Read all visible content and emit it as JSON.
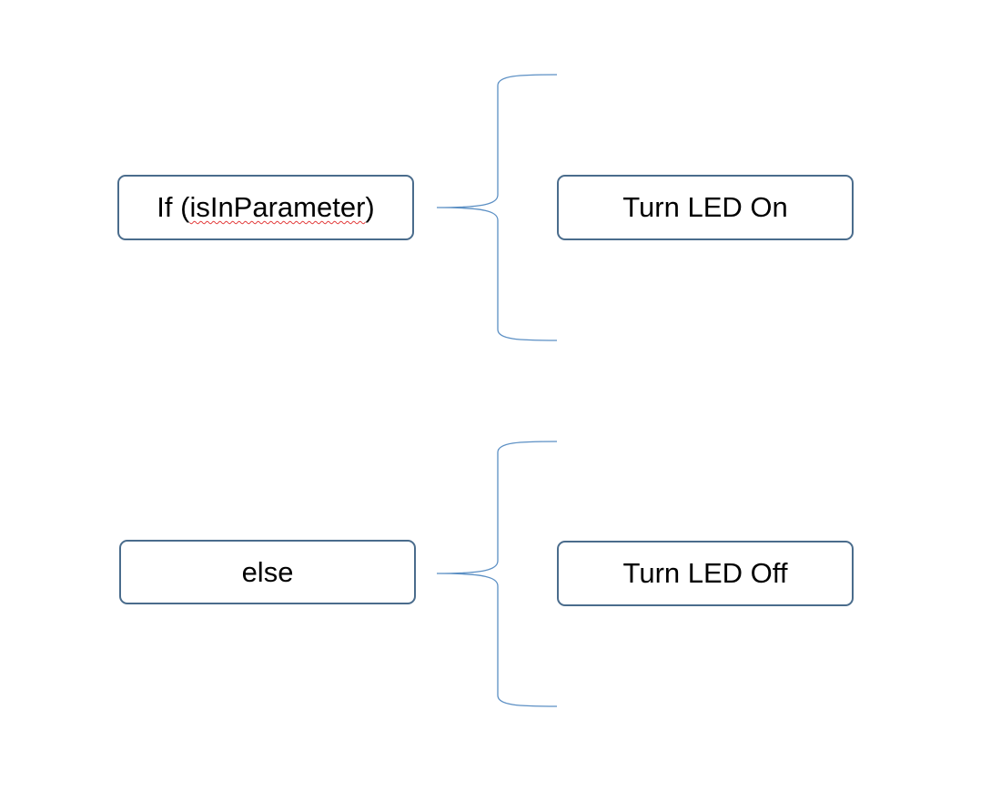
{
  "if_box": {
    "prefix": "If (",
    "identifier": "isInParameter",
    "suffix": ")"
  },
  "on_box": {
    "label": "Turn LED On"
  },
  "else_box": {
    "label": "else"
  },
  "off_box": {
    "label": "Turn LED Off"
  },
  "colors": {
    "box_border": "#4a6c8c",
    "brace_stroke": "#5b8fc4",
    "spellcheck_underline": "#e23a3a"
  }
}
